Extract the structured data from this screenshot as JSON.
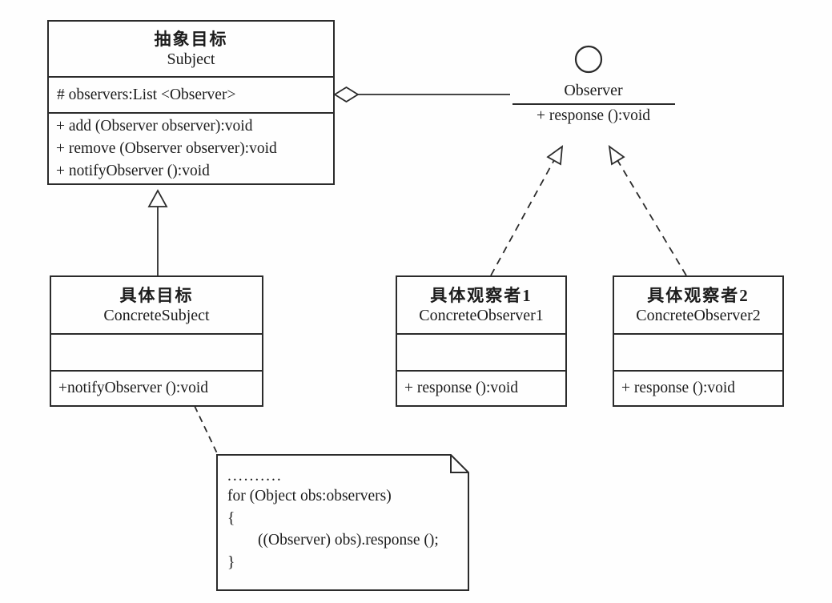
{
  "diagram": {
    "title": "Observer pattern UML class diagram",
    "colors": {
      "line": "#2b2b2b",
      "background": "#fefefe",
      "text": "#1c1c1c"
    },
    "classes": {
      "subject": {
        "title_cn": "抽象目标",
        "title_en": "Subject",
        "attribute": "# observers:List <Observer>",
        "methods": [
          "+ add (Observer observer):void",
          "+ remove (Observer observer):void",
          "+ notifyObserver ():void"
        ]
      },
      "concrete_subject": {
        "title_cn": "具体目标",
        "title_en": "ConcreteSubject",
        "method": "+notifyObserver ():void"
      },
      "concrete_observer1": {
        "title_cn": "具体观察者1",
        "title_en": "ConcreteObserver1",
        "method": "+ response ():void"
      },
      "concrete_observer2": {
        "title_cn": "具体观察者2",
        "title_en": "ConcreteObserver2",
        "method": "+ response ():void"
      }
    },
    "interface": {
      "name": "Observer",
      "method": "+ response ():void"
    },
    "note": {
      "lines": [
        "..........",
        "for (Object obs:observers)",
        "{",
        "((Observer) obs).response ();",
        "}"
      ]
    }
  }
}
